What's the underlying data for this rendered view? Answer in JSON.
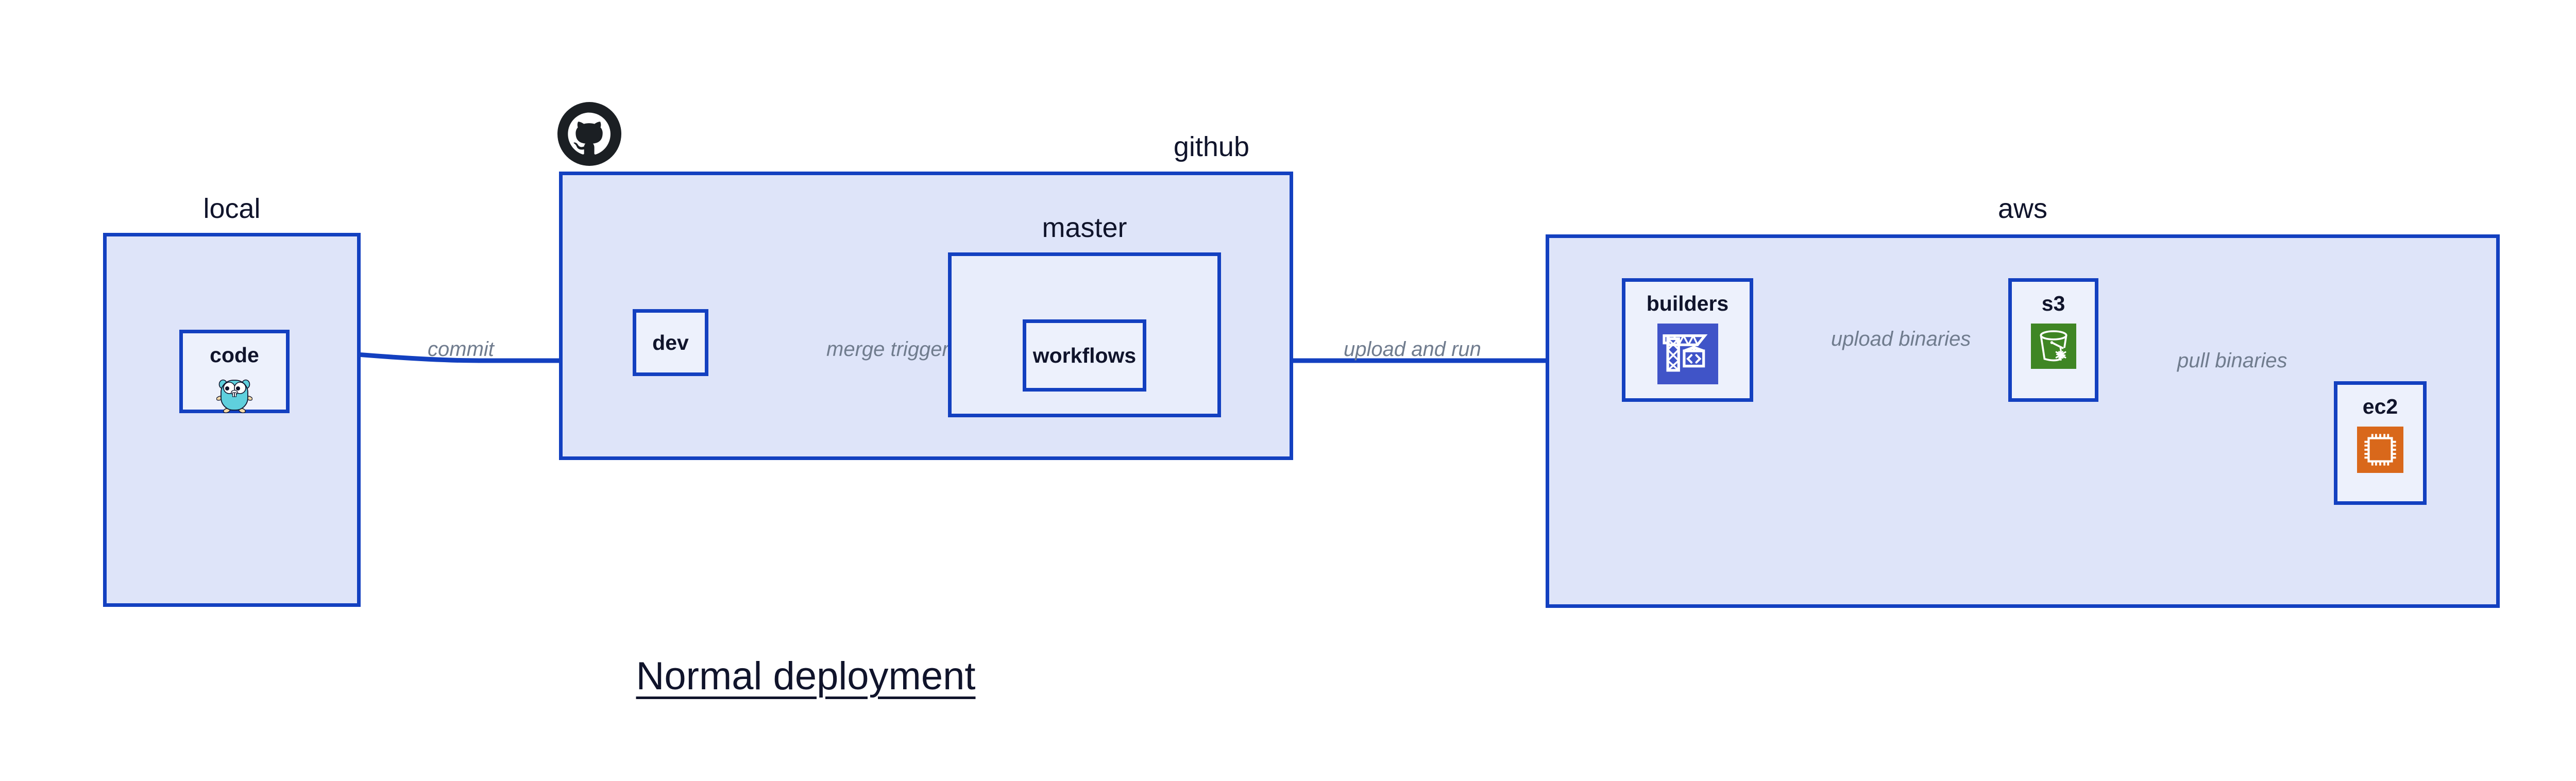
{
  "diagram": {
    "title": "Normal deployment",
    "background": "#ffffff",
    "accent_color": "#1340c0",
    "group_fill": "#dee4f9",
    "node_fill": "#edf1fc",
    "label_color": "#707c8e",
    "text_color": "#10142b"
  },
  "groups": [
    {
      "id": "local",
      "label": "local",
      "label_align": "center"
    },
    {
      "id": "github",
      "label": "github",
      "label_align": "right"
    },
    {
      "id": "master",
      "label": "master",
      "label_align": "center"
    },
    {
      "id": "aws",
      "label": "aws",
      "label_align": "center"
    }
  ],
  "nodes": [
    {
      "id": "code",
      "label": "code",
      "icon": "go-gopher-icon",
      "group": "local"
    },
    {
      "id": "dev",
      "label": "dev",
      "icon": null,
      "group": "github"
    },
    {
      "id": "workflows",
      "label": "workflows",
      "icon": null,
      "group": "master"
    },
    {
      "id": "builders",
      "label": "builders",
      "icon": "aws-codebuild-icon",
      "group": "aws",
      "icon_color": "#4054c8"
    },
    {
      "id": "s3",
      "label": "s3",
      "icon": "aws-s3-bucket-icon",
      "group": "aws",
      "icon_color": "#3f8624"
    },
    {
      "id": "ec2",
      "label": "ec2",
      "icon": "aws-ec2-chip-icon",
      "group": "aws",
      "icon_color": "#d9681b"
    }
  ],
  "edges": [
    {
      "id": "commit",
      "label": "commit",
      "from": "code",
      "to": "dev"
    },
    {
      "id": "merge-trigger",
      "label": "merge trigger",
      "from": "dev",
      "to": "workflows"
    },
    {
      "id": "upload-and-run",
      "label": "upload and run",
      "from": "workflows",
      "to": "builders"
    },
    {
      "id": "upload-binaries",
      "label": "upload binaries",
      "from": "builders",
      "to": "s3"
    },
    {
      "id": "pull-binaries",
      "label": "pull binaries",
      "from": "s3",
      "to": "ec2"
    }
  ],
  "logos": [
    {
      "id": "github-logo",
      "name": "github-octocat-icon",
      "color": "#1b1f23"
    }
  ]
}
